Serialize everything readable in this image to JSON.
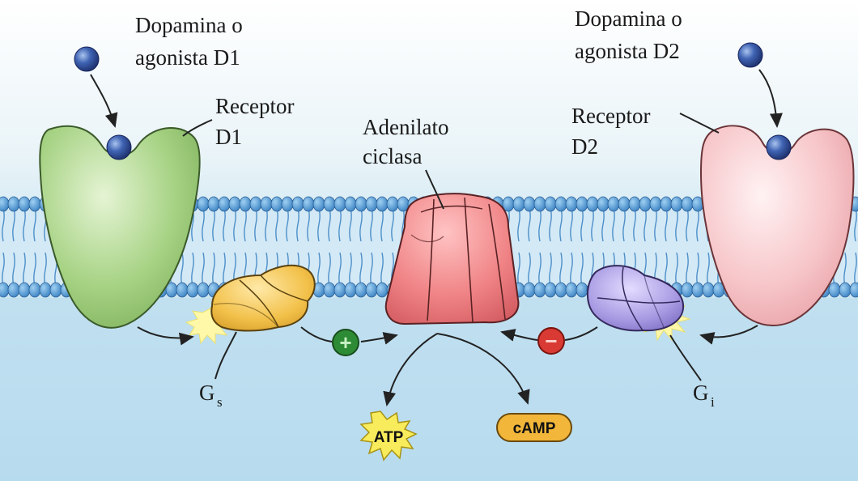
{
  "labels": {
    "ligand_d1_line1": "Dopamina o",
    "ligand_d1_line2": "agonista D1",
    "ligand_d2_line1": "Dopamina o",
    "ligand_d2_line2": "agonista D2",
    "receptor_d1_line1": "Receptor",
    "receptor_d1_line2": "D1",
    "receptor_d2_line1": "Receptor",
    "receptor_d2_line2": "D2",
    "enzyme_line1": "Adenilato",
    "enzyme_line2": "ciclasa",
    "gs_main": "G",
    "gs_sub": "s",
    "gi_main": "G",
    "gi_sub": "i",
    "stimulate_sign": "+",
    "inhibit_sign": "−",
    "substrate": "ATP",
    "product": "cAMP"
  },
  "colors": {
    "background": "#d7ebf4",
    "membrane": "#4f9ad6",
    "cytoplasm": "#a7d4ec",
    "receptor_d1": "#9fcf7b",
    "receptor_d2": "#f6c1c4",
    "adenylyl_cyclase": "#ef7d80",
    "gs_protein": "#f2c14a",
    "gi_protein": "#a99be3",
    "ligand": "#2d4f9a",
    "stimulate": "#2e8b35",
    "inhibit": "#d93a33",
    "atp": "#f6e35a",
    "camp": "#f0b43a"
  }
}
